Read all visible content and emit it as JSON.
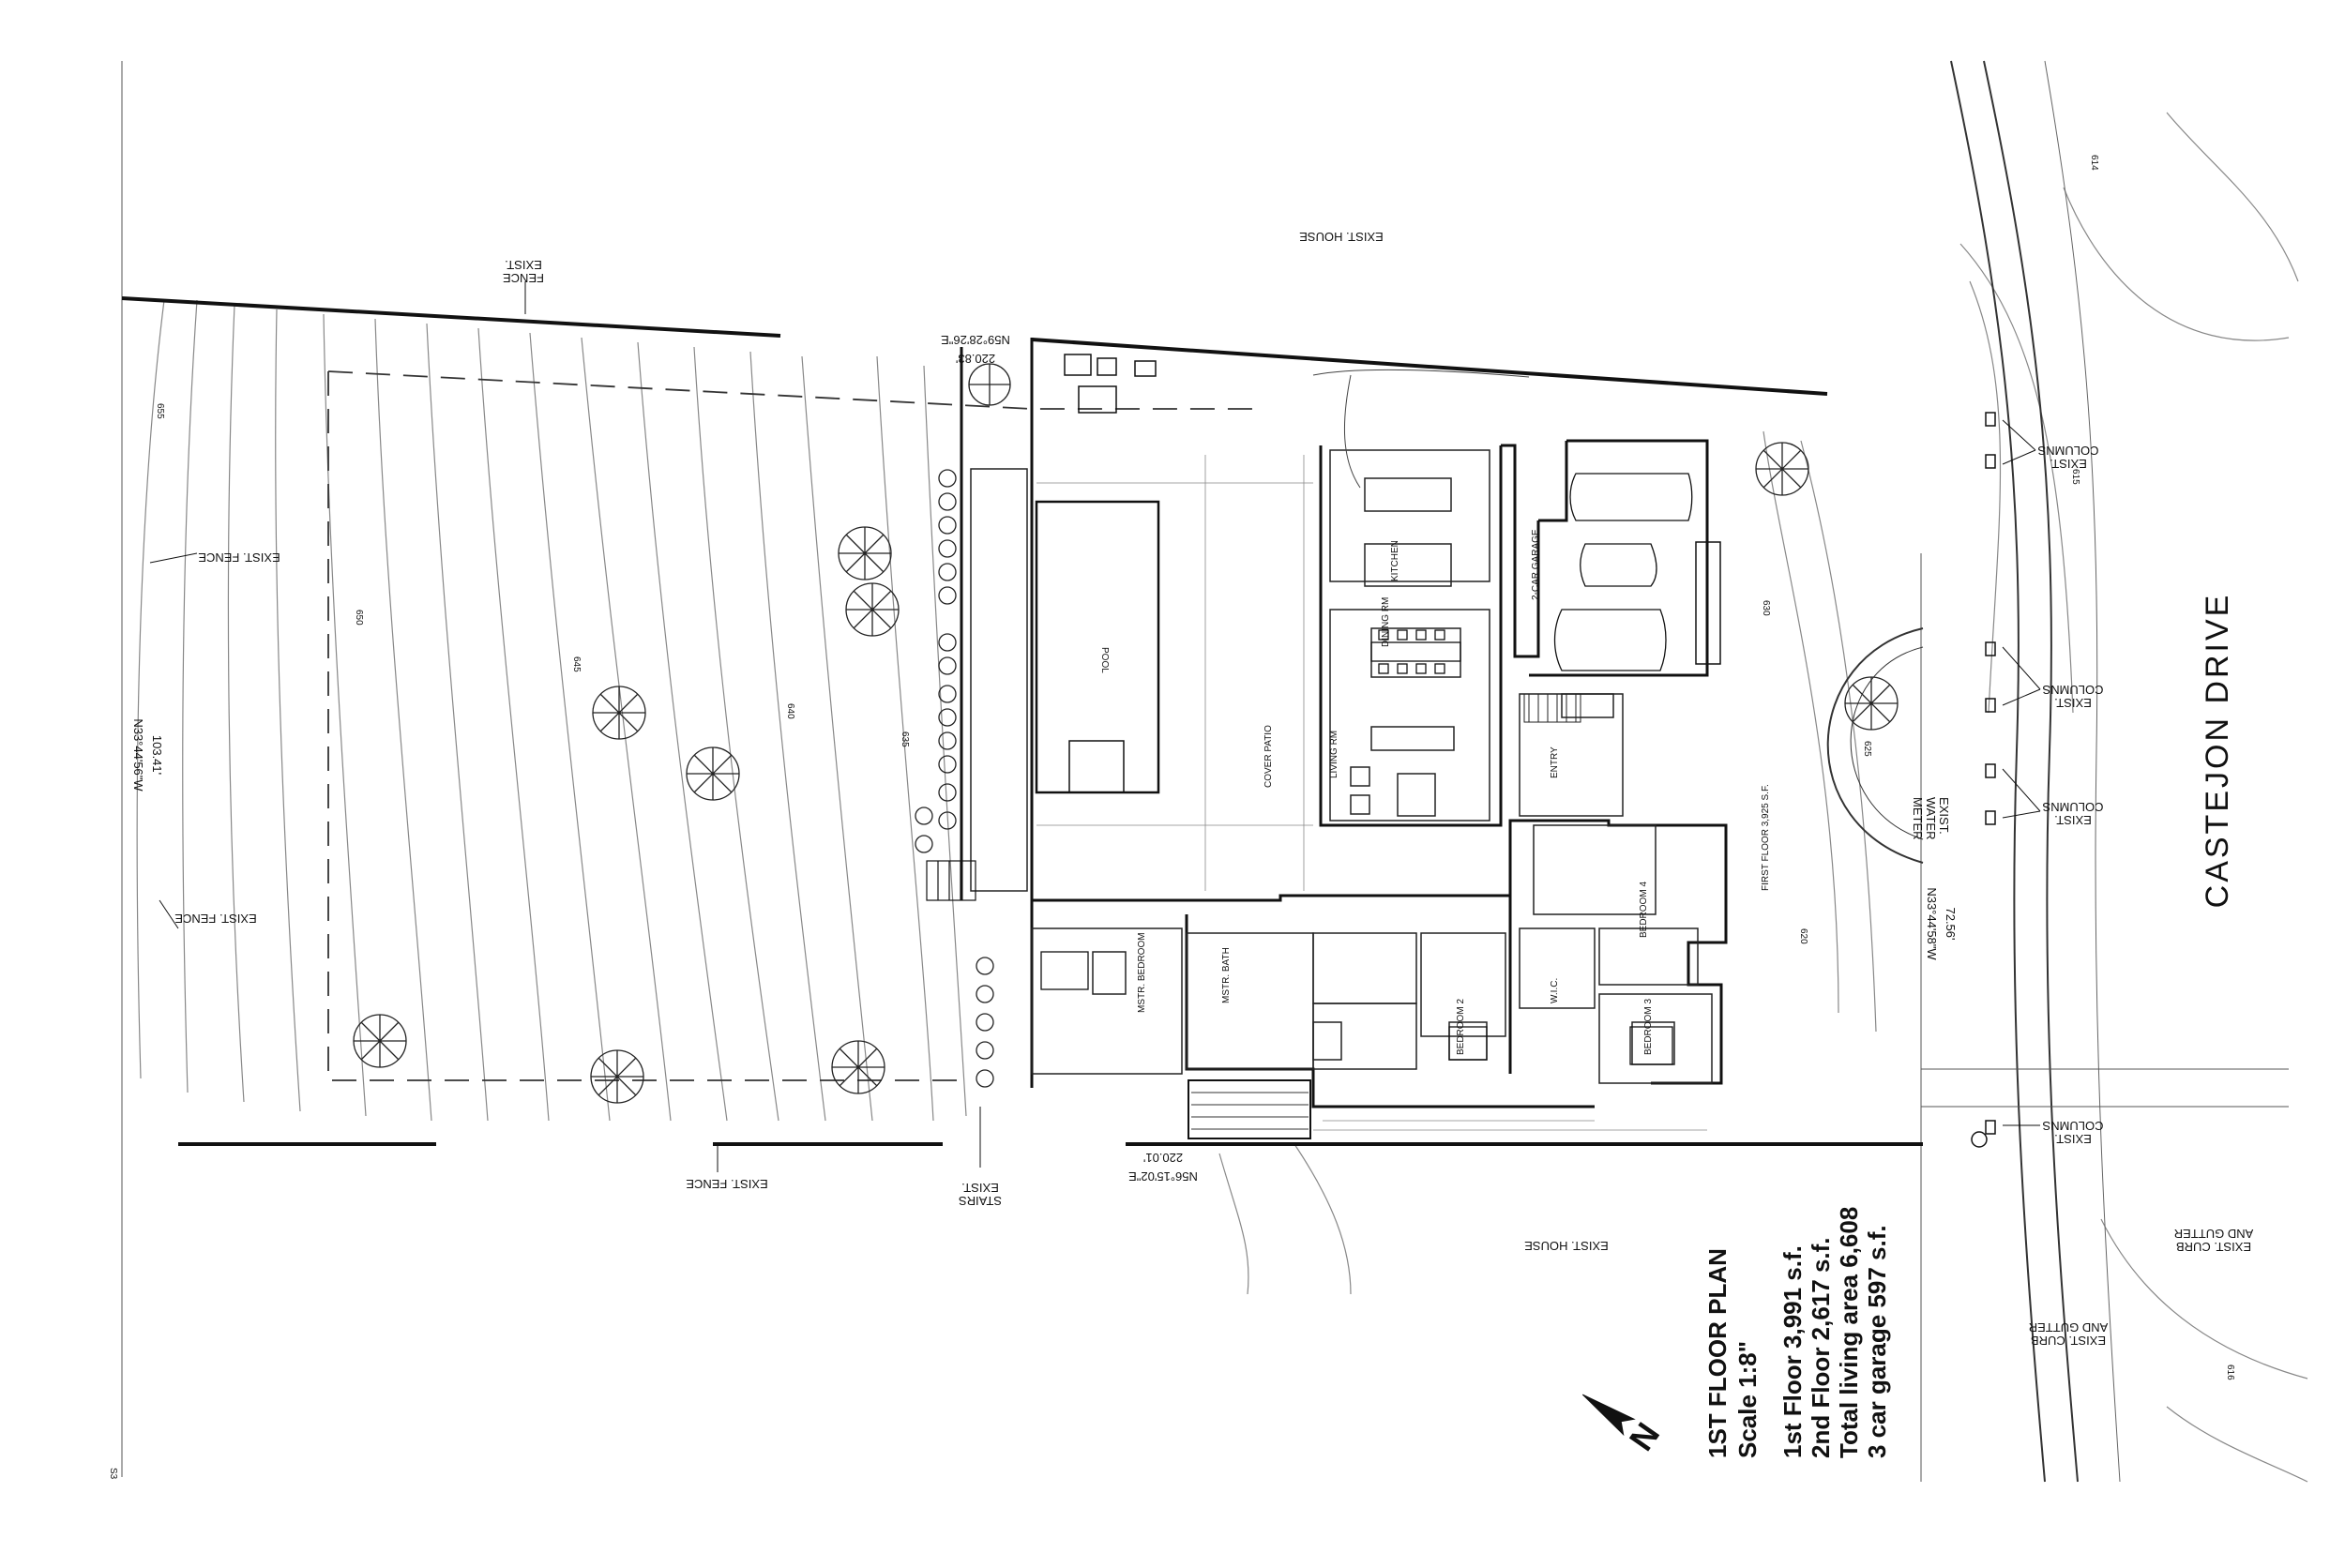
{
  "plan": {
    "title": "1ST FLOOR PLAN",
    "scale": "Scale 1:8\"",
    "first_floor": "1st Floor 3,991 s.f.",
    "second_floor": "2nd Floor  2,617 s.f.",
    "total": "Total living area 6,608",
    "garage": "3 car garage 597 s.f."
  },
  "street": {
    "name": "CASTEJON DRIVE"
  },
  "site_labels": {
    "exist_house_top": "EXIST. HOUSE",
    "exist_house_bottom": "EXIST. HOUSE",
    "exist_fence_top_1": "EXIST.",
    "exist_fence_top_2": "FENCE",
    "exist_fence_left_1": "EXIST. FENCE",
    "exist_fence_left_2": "EXIST. FENCE",
    "exist_fence_bottom": "EXIST. FENCE",
    "exist_stairs_1": "EXIST.",
    "exist_stairs_2": "STAIRS",
    "columns_1a": "EXIST.",
    "columns_1b": "COLUMNS",
    "columns_2a": "EXIST.",
    "columns_2b": "COLUMNS",
    "columns_3a": "EXIST.",
    "columns_3b": "COLUMNS",
    "columns_4a": "EXIST.",
    "columns_4b": "COLUMNS",
    "water_meter_1": "EXIST.",
    "water_meter_2": "WATER",
    "water_meter_3": "METER",
    "curb_1a": "EXIST. CURB",
    "curb_1b": "AND GUTTER",
    "curb_2a": "EXIST. CURB",
    "curb_2b": "AND GUTTER",
    "first_floor_area": "FIRST FLOOR 3,925 S.F.",
    "sheet_num": "S3"
  },
  "bearings": {
    "top_bearing": "N59°28'26\"E",
    "top_length": "220.83'",
    "bottom_bearing": "N56°15'02\"E",
    "bottom_length": "220.01'",
    "left_bearing": "N33°44'56\"W",
    "left_length": "103.41'",
    "right_bearing": "N33°44'58\"W",
    "right_length": "72.56'"
  },
  "contours": [
    "655",
    "650",
    "645",
    "640",
    "635",
    "630",
    "625",
    "620",
    "615",
    "614",
    "616"
  ],
  "rooms": {
    "pool": "POOL",
    "kitchen": "KITCHEN",
    "dining": "DINING RM",
    "living": "LIVING RM",
    "garage": "2-CAR GARAGE",
    "master_bedroom": "MSTR. BEDROOM",
    "master_bath": "MSTR. BATH",
    "bedroom2": "BEDROOM 2",
    "bedroom3": "BEDROOM 3",
    "bedroom4": "BEDROOM 4",
    "entry": "ENTRY",
    "covered_patio": "COVER PATIO",
    "wic": "W.I.C."
  },
  "north_arrow": {
    "label": "N"
  }
}
